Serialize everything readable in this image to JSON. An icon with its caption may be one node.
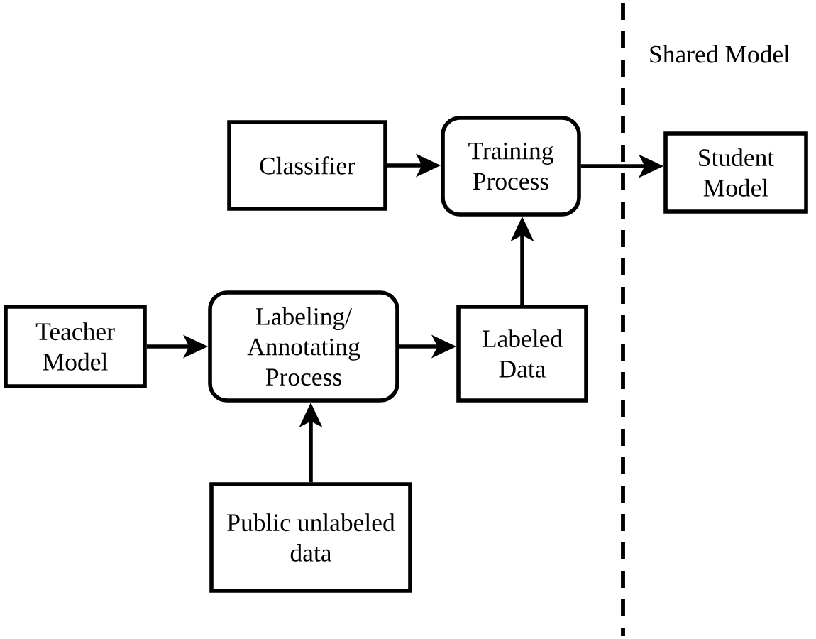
{
  "diagram": {
    "nodes": [
      {
        "text": [
          "Classifier"
        ]
      },
      {
        "text": [
          "Training Process"
        ]
      },
      {
        "text": [
          "Student Model"
        ]
      },
      {
        "text": [
          "Teacher Model"
        ]
      },
      {
        "text": [
          "Labeling/ Annotating Process"
        ]
      },
      {
        "text": [
          "Labeled Data"
        ]
      },
      {
        "text": [
          "Public unlabeled data"
        ]
      }
    ],
    "edges": [
      {
        "from": 0,
        "to": 1,
        "arrow": "to"
      },
      {
        "from": 1,
        "to": 2,
        "arrow": "to"
      },
      {
        "from": 3,
        "to": 4,
        "arrow": "to"
      },
      {
        "from": 4,
        "to": 5,
        "arrow": "to"
      },
      {
        "from": 6,
        "to": 4,
        "arrow": "to"
      },
      {
        "from": 5,
        "to": 1,
        "arrow": "to"
      }
    ],
    "labels": [
      "Shared Model"
    ]
  }
}
